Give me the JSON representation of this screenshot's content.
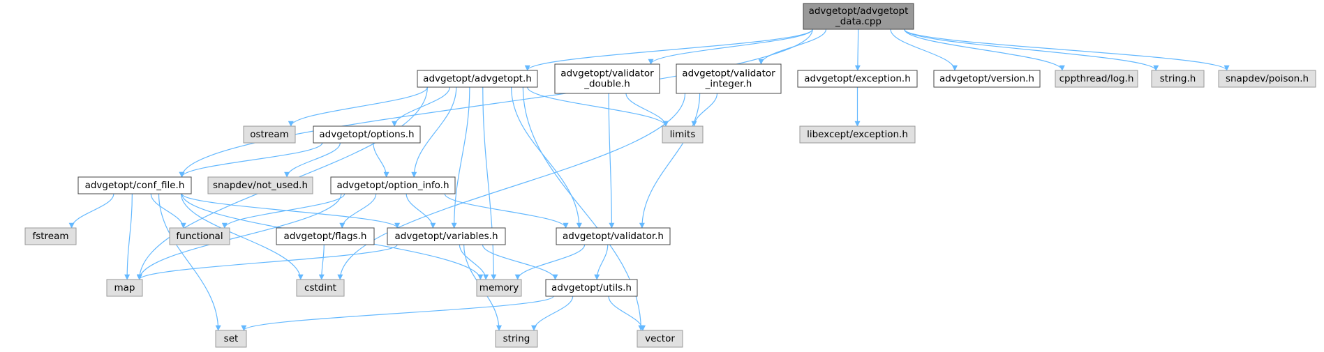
{
  "diagram": {
    "type": "include-dependency-graph",
    "edge_color": "#63b8ff",
    "colors": {
      "root_fill": "#999999",
      "project_fill": "#ffffff",
      "external_fill": "#e0e0e0",
      "external_stroke": "#999999",
      "border": "#444444"
    },
    "nodes": [
      {
        "id": "root",
        "lines": [
          "advgetopt/advgetopt",
          "_data.cpp"
        ],
        "kind": "root"
      },
      {
        "id": "advgetopt_h",
        "lines": [
          "advgetopt/advgetopt.h"
        ],
        "kind": "project"
      },
      {
        "id": "validator_double_h",
        "lines": [
          "advgetopt/validator",
          "_double.h"
        ],
        "kind": "project"
      },
      {
        "id": "validator_integer_h",
        "lines": [
          "advgetopt/validator",
          "_integer.h"
        ],
        "kind": "project"
      },
      {
        "id": "exception_h",
        "lines": [
          "advgetopt/exception.h"
        ],
        "kind": "project"
      },
      {
        "id": "version_h",
        "lines": [
          "advgetopt/version.h"
        ],
        "kind": "project"
      },
      {
        "id": "cppthread_log",
        "lines": [
          "cppthread/log.h"
        ],
        "kind": "external"
      },
      {
        "id": "string_h",
        "lines": [
          "string.h"
        ],
        "kind": "external"
      },
      {
        "id": "poison_h",
        "lines": [
          "snapdev/poison.h"
        ],
        "kind": "external"
      },
      {
        "id": "ostream",
        "lines": [
          "ostream"
        ],
        "kind": "external"
      },
      {
        "id": "options_h",
        "lines": [
          "advgetopt/options.h"
        ],
        "kind": "project"
      },
      {
        "id": "limits",
        "lines": [
          "limits"
        ],
        "kind": "external"
      },
      {
        "id": "libexcept",
        "lines": [
          "libexcept/exception.h"
        ],
        "kind": "external"
      },
      {
        "id": "conf_file_h",
        "lines": [
          "advgetopt/conf_file.h"
        ],
        "kind": "project"
      },
      {
        "id": "not_used_h",
        "lines": [
          "snapdev/not_used.h"
        ],
        "kind": "external"
      },
      {
        "id": "option_info_h",
        "lines": [
          "advgetopt/option_info.h"
        ],
        "kind": "project"
      },
      {
        "id": "fstream",
        "lines": [
          "fstream"
        ],
        "kind": "external"
      },
      {
        "id": "functional",
        "lines": [
          "functional"
        ],
        "kind": "external"
      },
      {
        "id": "flags_h",
        "lines": [
          "advgetopt/flags.h"
        ],
        "kind": "project"
      },
      {
        "id": "variables_h",
        "lines": [
          "advgetopt/variables.h"
        ],
        "kind": "project"
      },
      {
        "id": "validator_h",
        "lines": [
          "advgetopt/validator.h"
        ],
        "kind": "project"
      },
      {
        "id": "map",
        "lines": [
          "map"
        ],
        "kind": "external"
      },
      {
        "id": "cstdint",
        "lines": [
          "cstdint"
        ],
        "kind": "external"
      },
      {
        "id": "memory",
        "lines": [
          "memory"
        ],
        "kind": "external"
      },
      {
        "id": "utils_h",
        "lines": [
          "advgetopt/utils.h"
        ],
        "kind": "project"
      },
      {
        "id": "set",
        "lines": [
          "set"
        ],
        "kind": "external"
      },
      {
        "id": "string",
        "lines": [
          "string"
        ],
        "kind": "external"
      },
      {
        "id": "vector",
        "lines": [
          "vector"
        ],
        "kind": "external"
      }
    ],
    "edges": [
      {
        "from": "root",
        "to": "advgetopt_h"
      },
      {
        "from": "root",
        "to": "validator_double_h"
      },
      {
        "from": "root",
        "to": "validator_integer_h"
      },
      {
        "from": "root",
        "to": "exception_h"
      },
      {
        "from": "root",
        "to": "version_h"
      },
      {
        "from": "root",
        "to": "cppthread_log"
      },
      {
        "from": "root",
        "to": "string_h"
      },
      {
        "from": "root",
        "to": "poison_h"
      },
      {
        "from": "root",
        "to": "conf_file_h"
      },
      {
        "from": "advgetopt_h",
        "to": "ostream"
      },
      {
        "from": "advgetopt_h",
        "to": "options_h"
      },
      {
        "from": "advgetopt_h",
        "to": "limits"
      },
      {
        "from": "advgetopt_h",
        "to": "option_info_h"
      },
      {
        "from": "advgetopt_h",
        "to": "variables_h"
      },
      {
        "from": "advgetopt_h",
        "to": "validator_h"
      },
      {
        "from": "advgetopt_h",
        "to": "memory"
      },
      {
        "from": "advgetopt_h",
        "to": "vector"
      },
      {
        "from": "advgetopt_h",
        "to": "map"
      },
      {
        "from": "validator_double_h",
        "to": "limits"
      },
      {
        "from": "validator_double_h",
        "to": "validator_h"
      },
      {
        "from": "validator_integer_h",
        "to": "limits"
      },
      {
        "from": "validator_integer_h",
        "to": "validator_h"
      },
      {
        "from": "validator_integer_h",
        "to": "cstdint"
      },
      {
        "from": "exception_h",
        "to": "libexcept"
      },
      {
        "from": "options_h",
        "to": "conf_file_h"
      },
      {
        "from": "options_h",
        "to": "not_used_h"
      },
      {
        "from": "options_h",
        "to": "option_info_h"
      },
      {
        "from": "conf_file_h",
        "to": "fstream"
      },
      {
        "from": "conf_file_h",
        "to": "functional"
      },
      {
        "from": "conf_file_h",
        "to": "map"
      },
      {
        "from": "conf_file_h",
        "to": "cstdint"
      },
      {
        "from": "conf_file_h",
        "to": "memory"
      },
      {
        "from": "conf_file_h",
        "to": "set"
      },
      {
        "from": "conf_file_h",
        "to": "variables_h"
      },
      {
        "from": "option_info_h",
        "to": "functional"
      },
      {
        "from": "option_info_h",
        "to": "map"
      },
      {
        "from": "option_info_h",
        "to": "flags_h"
      },
      {
        "from": "option_info_h",
        "to": "variables_h"
      },
      {
        "from": "option_info_h",
        "to": "validator_h"
      },
      {
        "from": "flags_h",
        "to": "cstdint"
      },
      {
        "from": "variables_h",
        "to": "map"
      },
      {
        "from": "variables_h",
        "to": "memory"
      },
      {
        "from": "variables_h",
        "to": "utils_h"
      },
      {
        "from": "variables_h",
        "to": "string"
      },
      {
        "from": "validator_h",
        "to": "memory"
      },
      {
        "from": "validator_h",
        "to": "utils_h"
      },
      {
        "from": "utils_h",
        "to": "set"
      },
      {
        "from": "utils_h",
        "to": "string"
      },
      {
        "from": "utils_h",
        "to": "vector"
      }
    ]
  }
}
